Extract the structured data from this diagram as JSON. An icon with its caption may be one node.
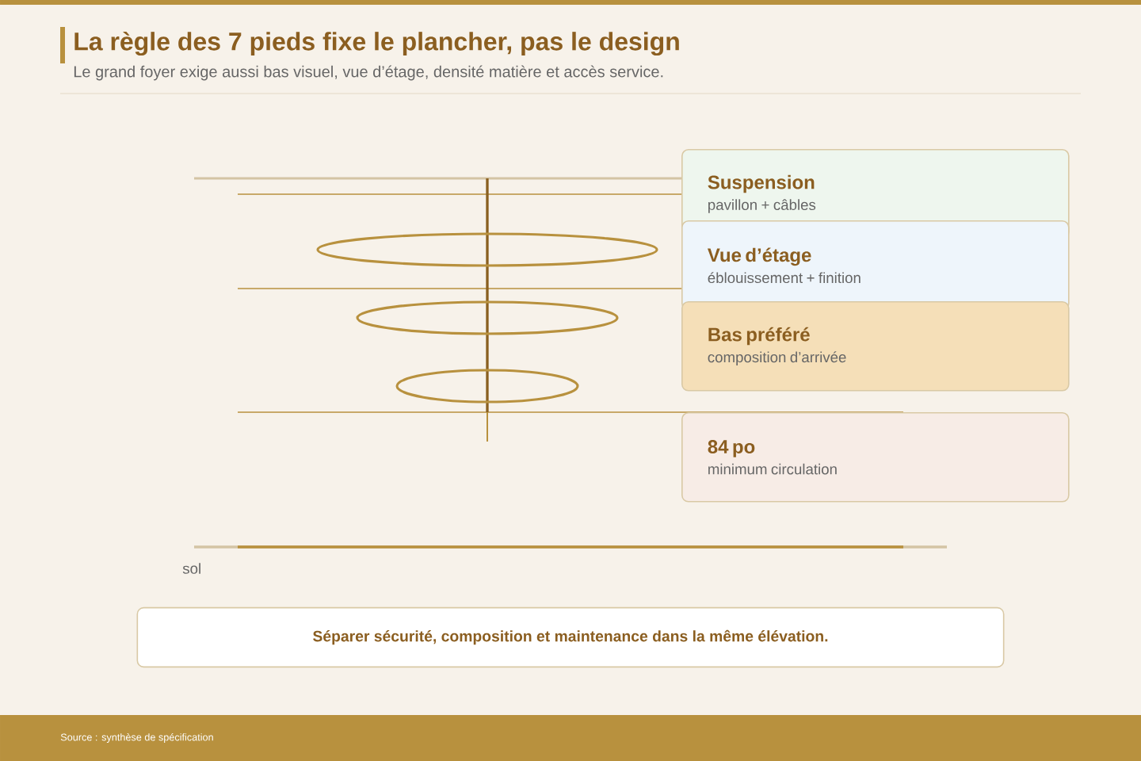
{
  "diagram": {
    "title": "La règle des 7 pieds fixe le plancher, pas le design",
    "nodes": [
      {
        "text": [
          "Suspension",
          "pavillon + câbles"
        ]
      },
      {
        "text": [
          "Vue d’étage",
          "éblouissement + finition"
        ]
      },
      {
        "text": [
          "Bas préféré",
          "composition d’arrivée"
        ]
      },
      {
        "text": [
          "84 po",
          "minimum circulation"
        ]
      },
      {
        "text": [
          "Séparer sécurité, composition et maintenance dans la même élévation."
        ]
      }
    ],
    "labels": [
      "Le grand foyer exige aussi bas visuel, vue d’étage, densité matière et accès service.",
      "sol",
      "Source : synthèse de spécification"
    ]
  }
}
